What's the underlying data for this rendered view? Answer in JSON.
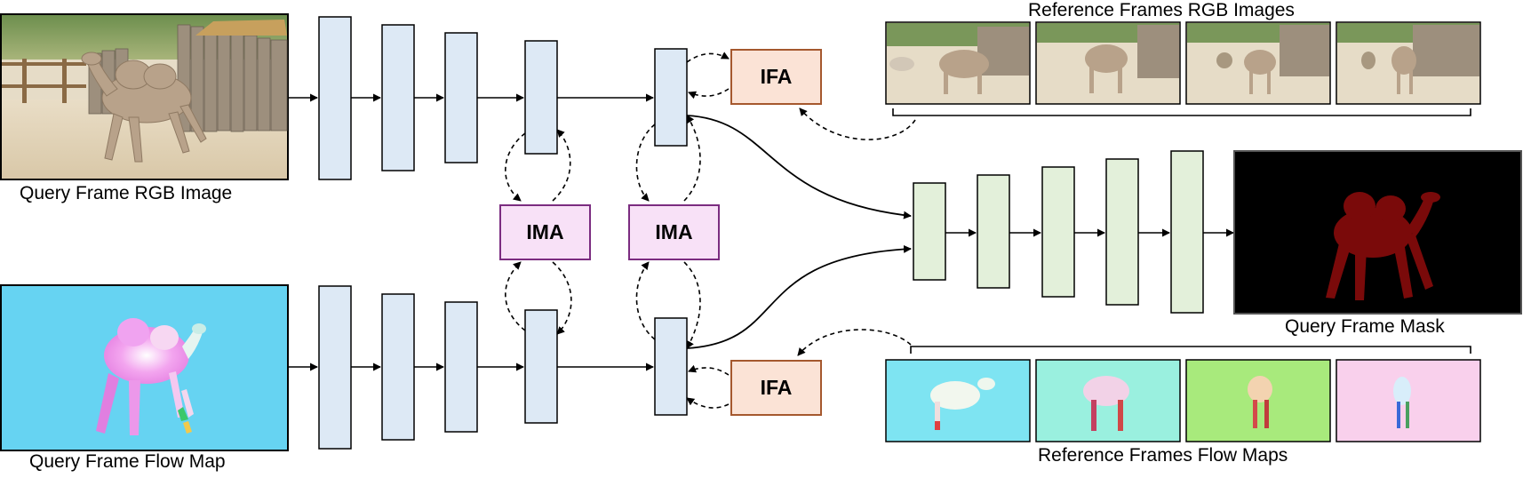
{
  "captions": {
    "query_rgb": "Query Frame RGB Image",
    "query_flow": "Query Frame Flow Map",
    "ref_rgb": "Reference Frames RGB Images",
    "ref_flow": "Reference Frames Flow Maps",
    "query_mask": "Query Frame Mask"
  },
  "modules": {
    "ima": "IMA",
    "ifa": "IFA"
  },
  "colors": {
    "encoder_fill": "#dde9f5",
    "decoder_fill": "#e3f0da",
    "ima_fill": "#f8e1f7",
    "ima_border": "#7b2c80",
    "ifa_fill": "#fbe3d6",
    "ifa_border": "#a5582e",
    "mask_bg": "#000000",
    "mask_fg": "#7a0a0a"
  },
  "images": {
    "query_rgb": "camel-photo",
    "query_flow": "camel-flow-map",
    "ref_rgb_count": 4,
    "ref_flow_count": 4,
    "query_mask": "camel-segmentation-mask"
  }
}
